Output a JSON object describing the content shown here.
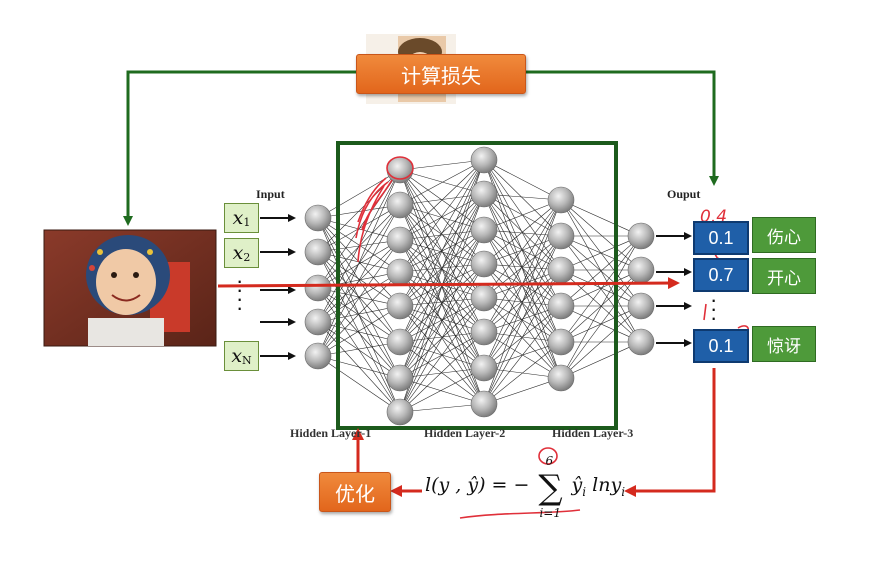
{
  "top_box": {
    "label": "计算损失"
  },
  "bottom_box": {
    "label": "优化"
  },
  "input_label": "Input",
  "output_label": "Ouput",
  "inputs": [
    {
      "base": "x",
      "sub": "1"
    },
    {
      "base": "x",
      "sub": "2"
    },
    {
      "base": "x",
      "sub": "N"
    }
  ],
  "outputs": [
    {
      "value": "0.1",
      "label": "伤心"
    },
    {
      "value": "0.7",
      "label": "开心"
    },
    {
      "value": "0.1",
      "label": "惊讶"
    }
  ],
  "hidden_layers": [
    "Hidden Layer-1",
    "Hidden Layer-2",
    "Hidden Layer-3"
  ],
  "formula": {
    "lhs": "l(y , ŷ) = −",
    "sum_top": "6",
    "sum_bottom": "i=1",
    "term": "ŷ",
    "term_sub": "i",
    "log": "lny",
    "log_sub": "i"
  },
  "annotations": {
    "handwritten_top": "0.4"
  },
  "colors": {
    "green_arrow": "#1f6b1f",
    "red_arrow": "#d42a1e",
    "frame": "#1c5a1c",
    "node": "#b8b8b8",
    "value_box": "#1f5fa8",
    "label_box": "#4e9a3a",
    "orange_box": "#e8742a"
  }
}
